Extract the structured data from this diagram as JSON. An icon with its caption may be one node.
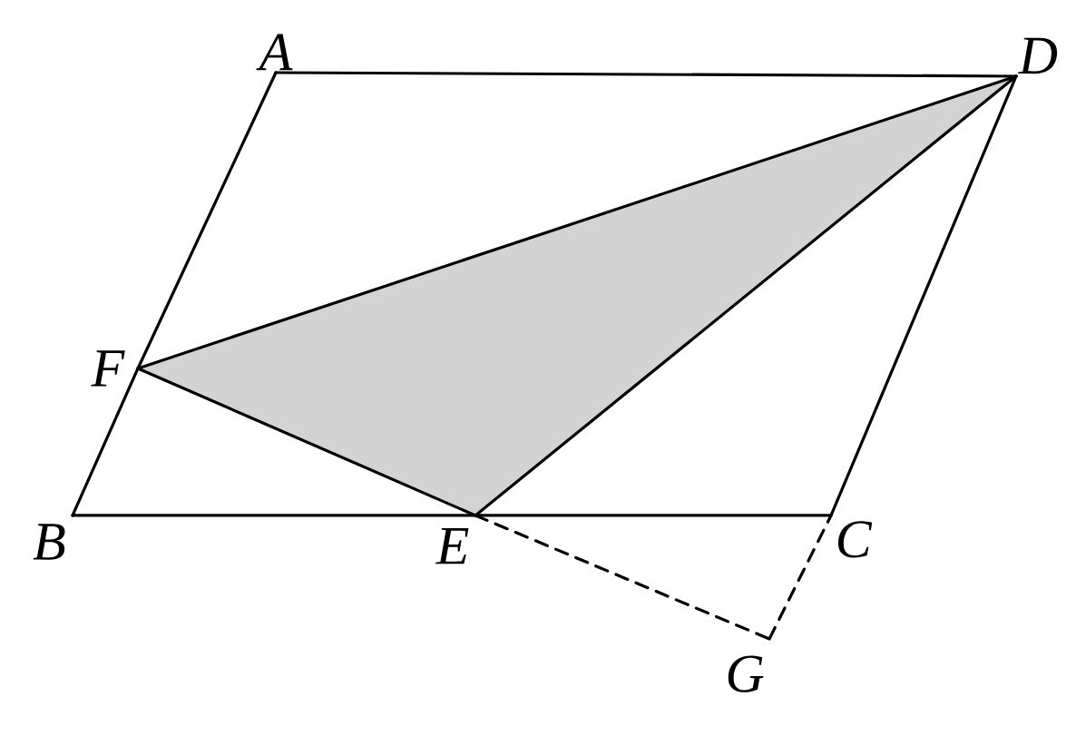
{
  "diagram": {
    "nodes": [
      {
        "text": [
          "A"
        ]
      },
      {
        "text": [
          "D"
        ]
      },
      {
        "text": [
          "F"
        ]
      },
      {
        "text": [
          "B"
        ]
      },
      {
        "text": [
          "E"
        ]
      },
      {
        "text": [
          "C"
        ]
      },
      {
        "text": [
          "G"
        ]
      }
    ],
    "edges": [
      {
        "from": 0,
        "to": 1,
        "arrow": "none"
      },
      {
        "from": 0,
        "to": 2,
        "arrow": "none"
      },
      {
        "from": 2,
        "to": 3,
        "arrow": "none"
      },
      {
        "from": 3,
        "to": 4,
        "arrow": "none"
      },
      {
        "from": 4,
        "to": 5,
        "arrow": "none"
      },
      {
        "from": 5,
        "to": 1,
        "arrow": "none"
      },
      {
        "from": 1,
        "to": 2,
        "arrow": "none"
      },
      {
        "from": 1,
        "to": 4,
        "arrow": "none"
      },
      {
        "from": 2,
        "to": 4,
        "arrow": "none"
      },
      {
        "from": 4,
        "to": 6,
        "arrow": "none",
        "style": "dashed"
      },
      {
        "from": 6,
        "to": 5,
        "arrow": "none",
        "style": "dashed"
      }
    ]
  }
}
